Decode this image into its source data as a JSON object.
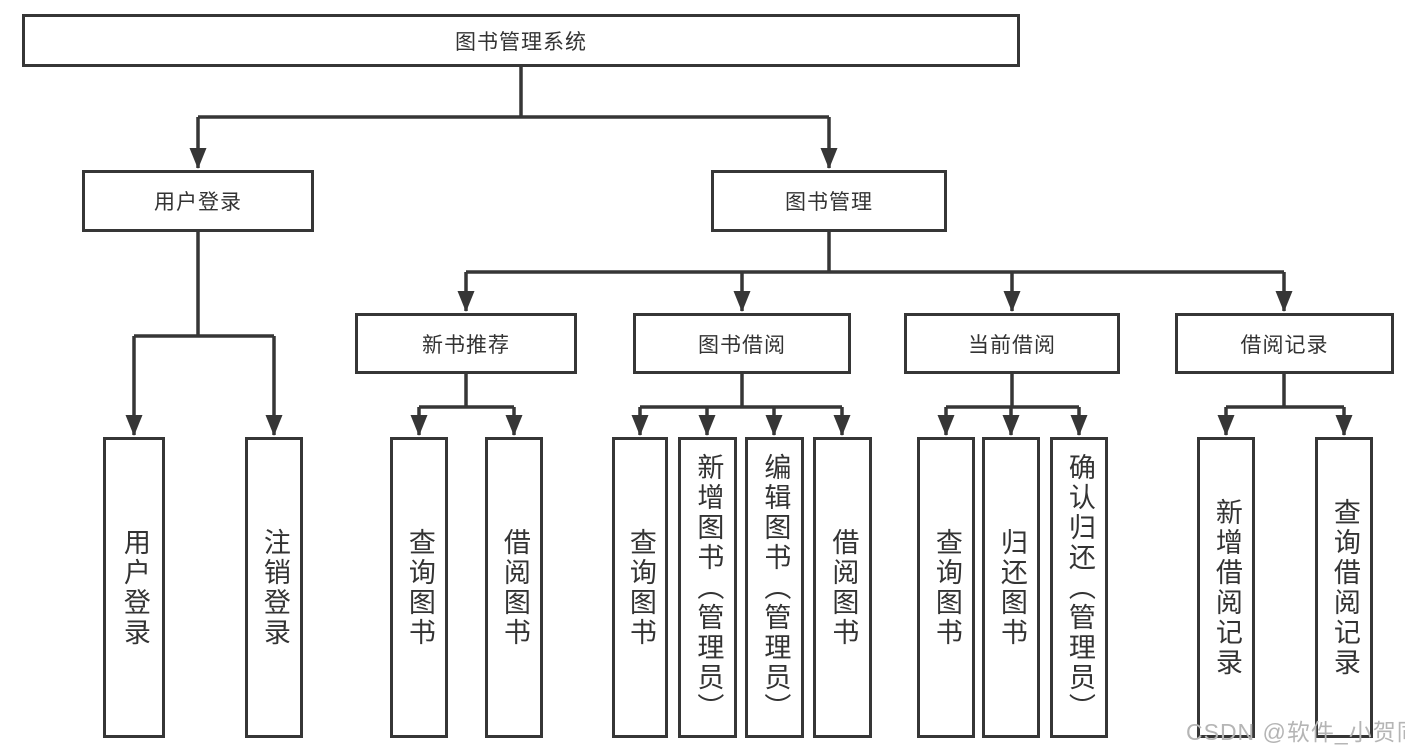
{
  "colors": {
    "line": "#363636",
    "box_border": "#363636",
    "text": "#333333",
    "watermark": "#b5b5b5",
    "background": "#ffffff"
  },
  "tree": {
    "title": "图书管理系统",
    "branches": [
      {
        "label": "用户登录",
        "leaves": [
          "用户登录",
          "注销登录"
        ]
      },
      {
        "label": "图书管理",
        "children": [
          {
            "label": "新书推荐",
            "leaves": [
              "查询图书",
              "借阅图书"
            ]
          },
          {
            "label": "图书借阅",
            "leaves": [
              "查询图书",
              "新增图书（管理员）",
              "编辑图书（管理员）",
              "借阅图书"
            ]
          },
          {
            "label": "当前借阅",
            "leaves": [
              "查询图书",
              "归还图书",
              "确认归还（管理员）"
            ]
          },
          {
            "label": "借阅记录",
            "leaves": [
              "新增借阅记录",
              "查询借阅记录"
            ]
          }
        ]
      }
    ]
  },
  "watermark": "CSDN @软件_小贺同学"
}
